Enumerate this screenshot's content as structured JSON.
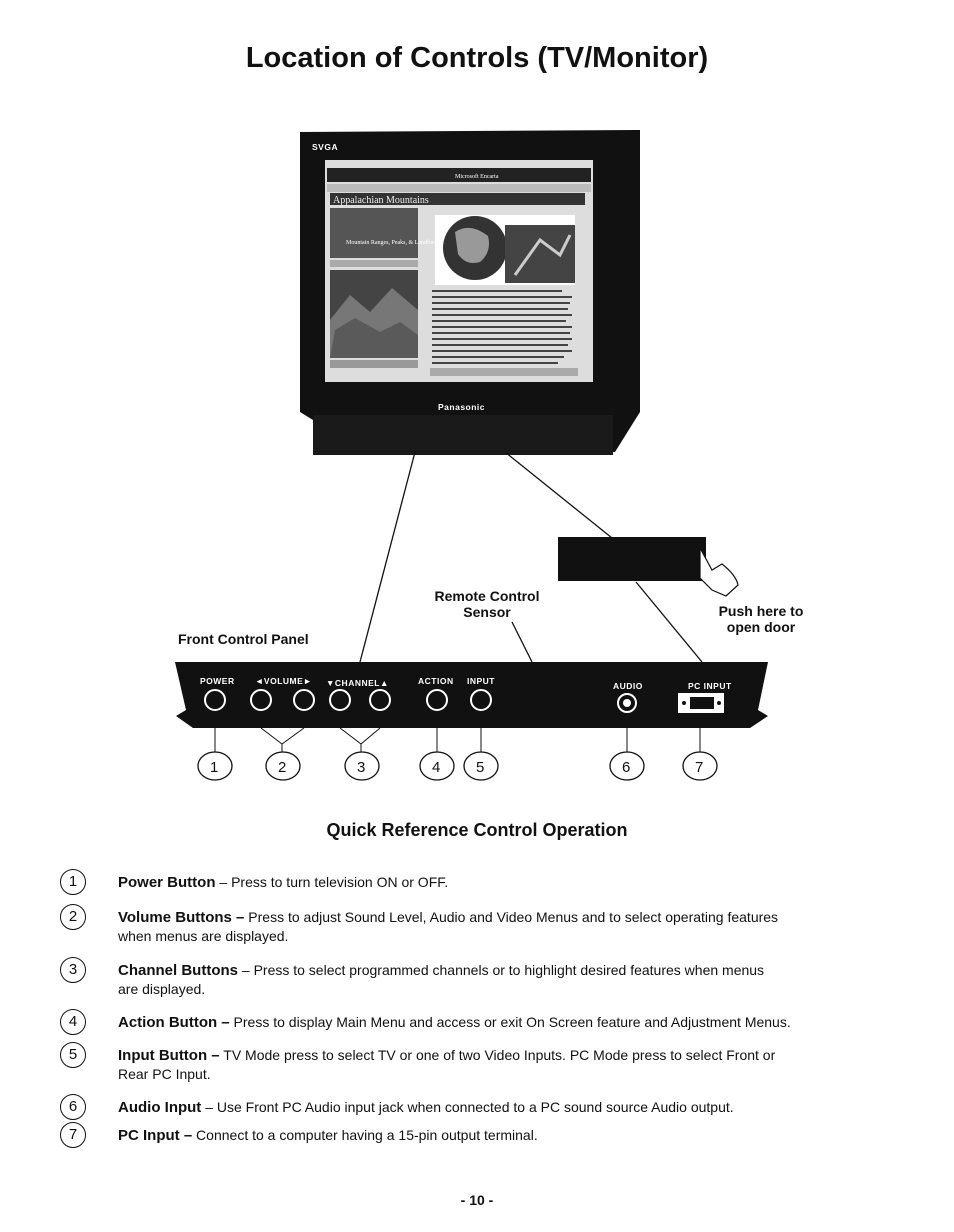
{
  "title": "Location of Controls (TV/Monitor)",
  "diagram": {
    "monitor_brand": "SVGA",
    "maker": "Panasonic",
    "screen": {
      "window_title": "Microsoft Encarta",
      "article_title": "Appalachian Mountains",
      "sidebar_caption": "Mountain Ranges, Peaks, & Landforms"
    },
    "labels": {
      "remote_sensor": [
        "Remote Control",
        "Sensor"
      ],
      "push_door": [
        "Push here to",
        "open door"
      ],
      "front_panel": "Front Control Panel"
    },
    "panel_labels": {
      "power": "POWER",
      "volume": "◄VOLUME►",
      "channel": "▼CHANNEL▲",
      "action": "ACTION",
      "input": "INPUT",
      "audio": "AUDIO",
      "pc_input": "PC INPUT"
    },
    "callouts": [
      "1",
      "2",
      "3",
      "4",
      "5",
      "6",
      "7"
    ]
  },
  "quick_reference": {
    "heading": "Quick Reference Control Operation",
    "items": [
      {
        "num": "1",
        "name": "Power Button",
        "desc": " – Press to turn television ON or OFF."
      },
      {
        "num": "2",
        "name": "Volume Buttons –",
        "desc": " Press to adjust Sound Level, Audio and Video Menus and to select operating features",
        "cont": "when menus are displayed."
      },
      {
        "num": "3",
        "name": "Channel Buttons",
        "desc": " – Press to select programmed channels or to highlight desired features when menus",
        "cont": "are displayed."
      },
      {
        "num": "4",
        "name": "Action Button –",
        "desc": " Press to display Main Menu and access or exit On Screen feature and Adjustment Menus."
      },
      {
        "num": "5",
        "name": "Input Button –",
        "desc": " TV Mode press to select TV or one of two Video Inputs. PC Mode press to select Front or",
        "cont": "Rear PC Input."
      },
      {
        "num": "6",
        "name": "Audio Input",
        "desc": " – Use Front PC Audio input jack when connected to a PC sound source Audio output."
      },
      {
        "num": "7",
        "name": "PC Input –",
        "desc": " Connect to a computer having a 15-pin output terminal."
      }
    ]
  },
  "page_number": "- 10 -"
}
